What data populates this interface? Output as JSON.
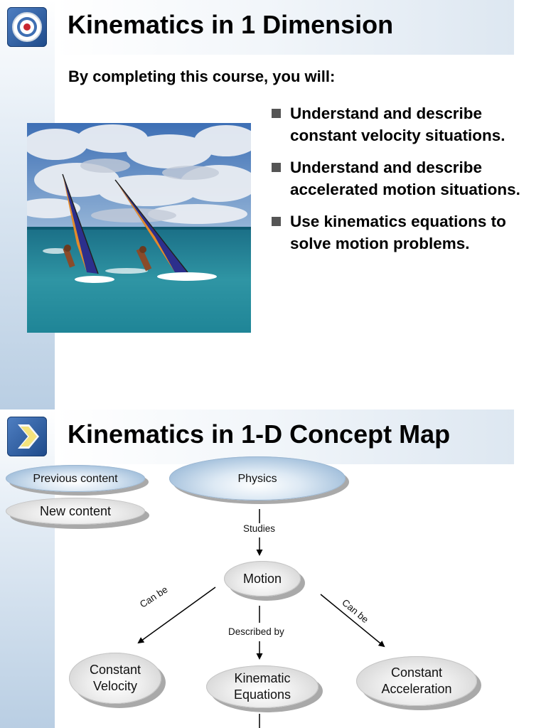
{
  "slide1": {
    "title": "Kinematics in 1 Dimension",
    "header_icon": "target-icon",
    "intro": "By completing this course, you will:",
    "objectives": [
      "Understand and describe constant velocity situations.",
      "Understand and describe accelerated motion situations.",
      "Use kinematics equations to solve motion problems."
    ],
    "photo": "windsurfers-photo"
  },
  "slide2": {
    "title": "Kinematics in 1-D Concept Map",
    "header_icon": "chevron-right-icon",
    "legend": {
      "previous": "Previous content",
      "new": "New content"
    },
    "nodes": {
      "physics": "Physics",
      "motion": "Motion",
      "constant_velocity": "Constant\nVelocity",
      "kinematic_equations": "Kinematic\nEquations",
      "constant_acceleration": "Constant\nAcceleration"
    },
    "links": {
      "studies": "Studies",
      "described_by": "Described  by",
      "can_be_left": "Can be",
      "can_be_right": "Can be"
    }
  },
  "colors": {
    "header_band": "#dde7f1",
    "left_strip": "#b9cee3",
    "previous_oval": "#7fa6cc",
    "new_oval": "#c9c9c9"
  }
}
